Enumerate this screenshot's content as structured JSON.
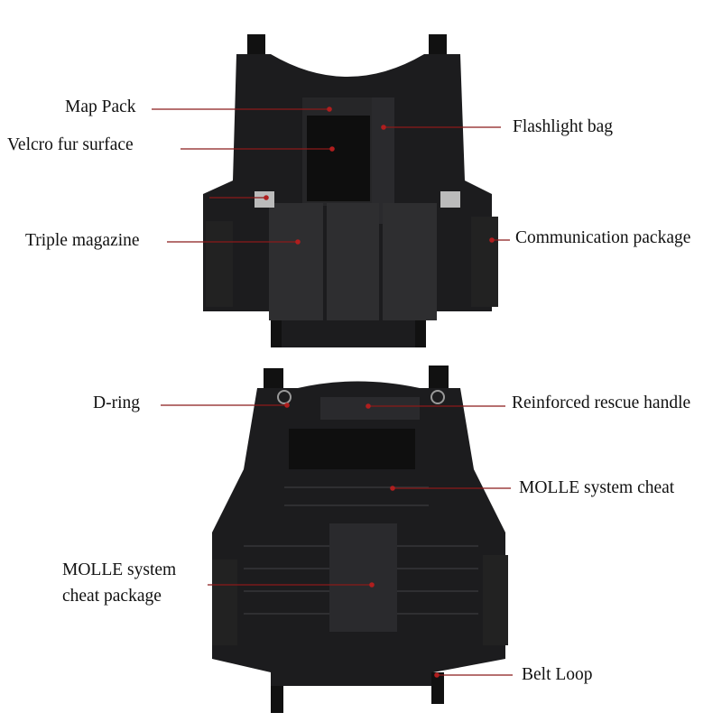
{
  "colors": {
    "line": "#8b1a1a",
    "dot": "#b01e1e",
    "vest": "#1c1c1e",
    "vest_panel": "#2a2a2d"
  },
  "front_labels": {
    "map_pack": "Map Pack",
    "velcro": "Velcro fur surface",
    "unlabeled": "",
    "triple_magazine": "Triple magazine",
    "flashlight_bag": "Flashlight bag",
    "communication_package": "Communication package"
  },
  "back_labels": {
    "d_ring": "D-ring",
    "rescue_handle": "Reinforced rescue handle",
    "molle_cheat": "MOLLE system cheat",
    "molle_package_line1": "MOLLE system",
    "molle_package_line2": "cheat package",
    "belt_loop": "Belt Loop"
  }
}
